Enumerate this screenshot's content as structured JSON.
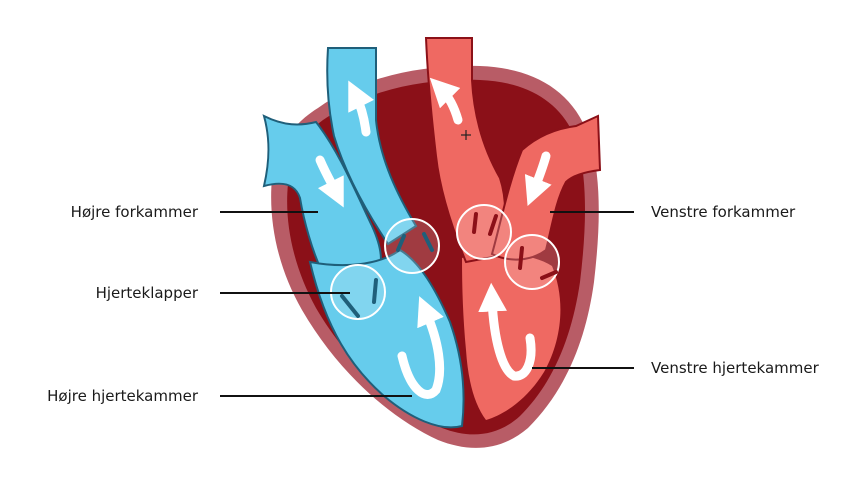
{
  "labels": {
    "right_atrium": "Højre forkammer",
    "heart_valves": "Hjerteklapper",
    "right_ventricle": "Højre hjertekammer",
    "left_atrium": "Venstre forkammer",
    "left_ventricle": "Venstre hjertekammer"
  },
  "colors": {
    "outer_wall": "#b85c66",
    "muscle": "#8b1018",
    "deoxygenated_blood": "#66ccec",
    "oxygenated_blood": "#ef6962",
    "vein_outline": "#1f5f7a",
    "artery_outline": "#8b1018",
    "arrow": "#ffffff",
    "leader_line": "#111111"
  }
}
